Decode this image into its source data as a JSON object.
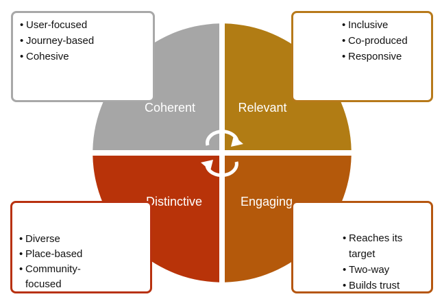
{
  "quadrants": {
    "top_left": {
      "label": "Coherent",
      "color": "#a6a6a6",
      "bullets": [
        "User-focused",
        "Journey-based",
        "Cohesive"
      ]
    },
    "top_right": {
      "label": "Relevant",
      "color": "#b17c14",
      "bullets": [
        "Inclusive",
        "Co-produced",
        "Responsive"
      ]
    },
    "bottom_left": {
      "label": "Distinctive",
      "color": "#b83309",
      "bullets": [
        "Diverse",
        "Place-based",
        "Community-focused"
      ]
    },
    "bottom_right": {
      "label": "Engaging",
      "color": "#b4590b",
      "bullets": [
        "Reaches its target",
        "Two-way",
        "Builds trust"
      ]
    }
  },
  "center_icon": "cycle-arrows-icon"
}
